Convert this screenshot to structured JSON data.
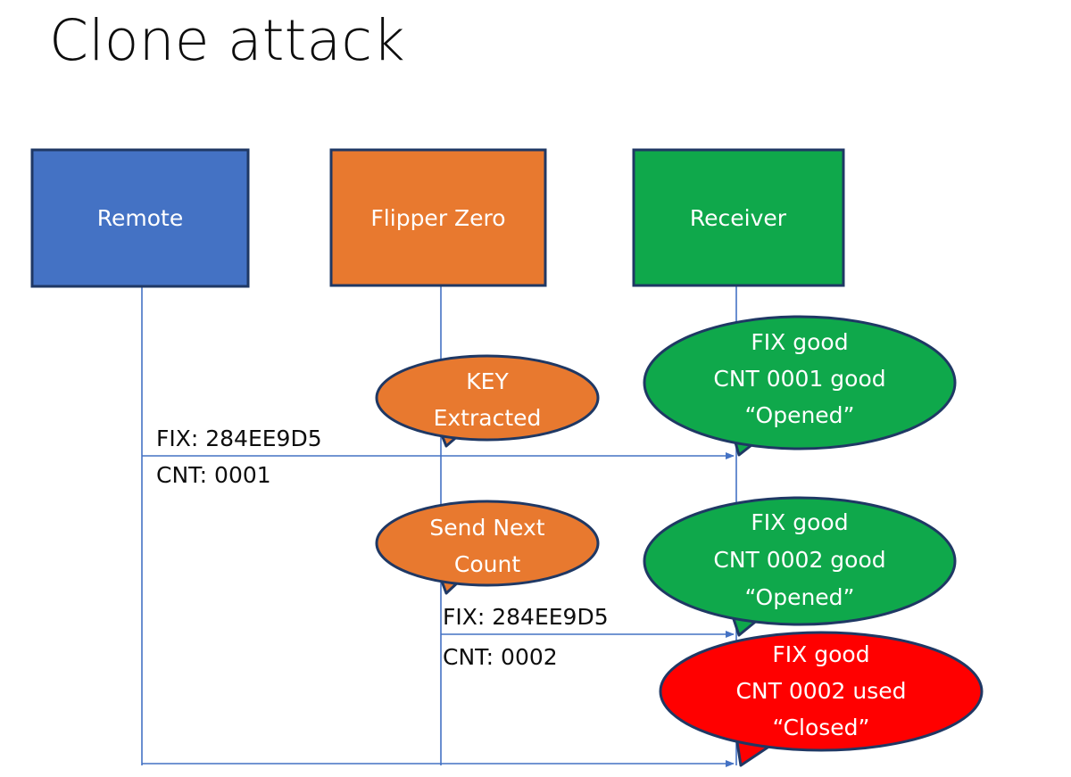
{
  "slide": {
    "title": "Clone attack",
    "background": "#FFFFFF"
  },
  "colors": {
    "blue": "#4472C4",
    "orange": "#E8792F",
    "green": "#0FA84B",
    "red": "#FF0000",
    "outline": "#1F3864",
    "lifeline": "#4472C4",
    "text_dark": "#0D0D0D",
    "text_light": "#FFFFFF"
  },
  "actors": [
    {
      "id": "remote",
      "label": "Remote",
      "color": "#4472C4"
    },
    {
      "id": "flipper",
      "label": "Flipper Zero",
      "color": "#E8792F"
    },
    {
      "id": "receiver",
      "label": "Receiver",
      "color": "#0FA84B"
    }
  ],
  "messages": [
    {
      "id": "msg1",
      "from": "remote",
      "to": "receiver",
      "line1": "FIX: 284EE9D5",
      "line2": "CNT: 0001"
    },
    {
      "id": "msg2",
      "from": "flipper",
      "to": "receiver",
      "line1": "FIX: 284EE9D5",
      "line2": "CNT: 0002"
    },
    {
      "id": "msg3",
      "from": "remote",
      "to": "receiver",
      "line1": "",
      "line2": ""
    }
  ],
  "callouts": [
    {
      "id": "key-extracted",
      "owner": "flipper",
      "color": "#E8792F",
      "lines": [
        "KEY",
        "Extracted"
      ]
    },
    {
      "id": "receiver-cnt-0001",
      "owner": "receiver",
      "color": "#0FA84B",
      "lines": [
        "FIX good",
        "CNT 0001 good",
        "“Opened”"
      ]
    },
    {
      "id": "send-next-count",
      "owner": "flipper",
      "color": "#E8792F",
      "lines": [
        "Send Next",
        "Count"
      ]
    },
    {
      "id": "receiver-cnt-0002-good",
      "owner": "receiver",
      "color": "#0FA84B",
      "lines": [
        "FIX good",
        "CNT 0002 good",
        "“Opened”"
      ]
    },
    {
      "id": "receiver-cnt-0002-used",
      "owner": "receiver",
      "color": "#FF0000",
      "lines": [
        "FIX good",
        "CNT 0002 used",
        "“Closed”"
      ]
    }
  ]
}
